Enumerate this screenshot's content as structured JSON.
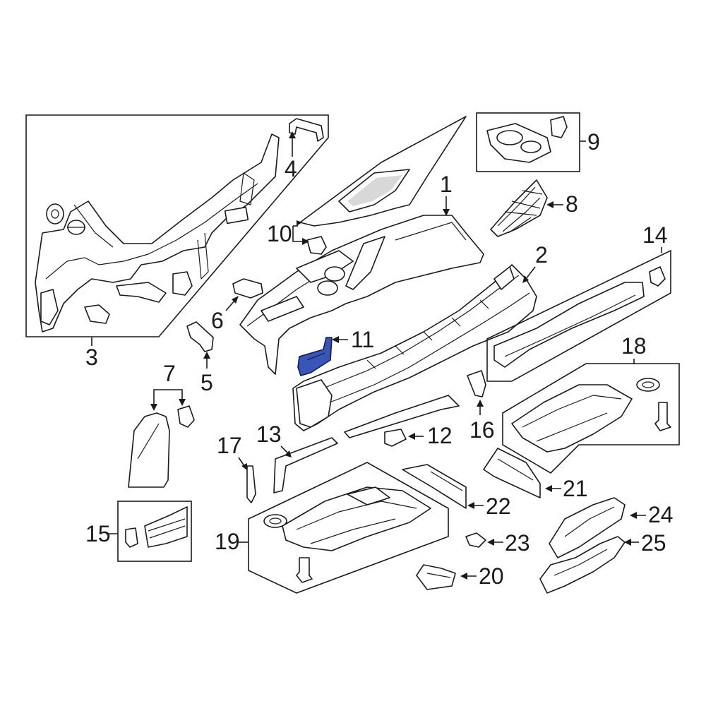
{
  "highlight_color": "#3a55b8",
  "callouts": [
    {
      "id": "1",
      "text": "1"
    },
    {
      "id": "2",
      "text": "2"
    },
    {
      "id": "3",
      "text": "3"
    },
    {
      "id": "4",
      "text": "4"
    },
    {
      "id": "5",
      "text": "5"
    },
    {
      "id": "6",
      "text": "6"
    },
    {
      "id": "7",
      "text": "7"
    },
    {
      "id": "8",
      "text": "8"
    },
    {
      "id": "9",
      "text": "9"
    },
    {
      "id": "10",
      "text": "10"
    },
    {
      "id": "11",
      "text": "11"
    },
    {
      "id": "12",
      "text": "12"
    },
    {
      "id": "13",
      "text": "13"
    },
    {
      "id": "14",
      "text": "14"
    },
    {
      "id": "15",
      "text": "15"
    },
    {
      "id": "16",
      "text": "16"
    },
    {
      "id": "17",
      "text": "17"
    },
    {
      "id": "18",
      "text": "18"
    },
    {
      "id": "19",
      "text": "19"
    },
    {
      "id": "20",
      "text": "20"
    },
    {
      "id": "21",
      "text": "21"
    },
    {
      "id": "22",
      "text": "22"
    },
    {
      "id": "23",
      "text": "23"
    },
    {
      "id": "24",
      "text": "24"
    },
    {
      "id": "25",
      "text": "25"
    }
  ]
}
